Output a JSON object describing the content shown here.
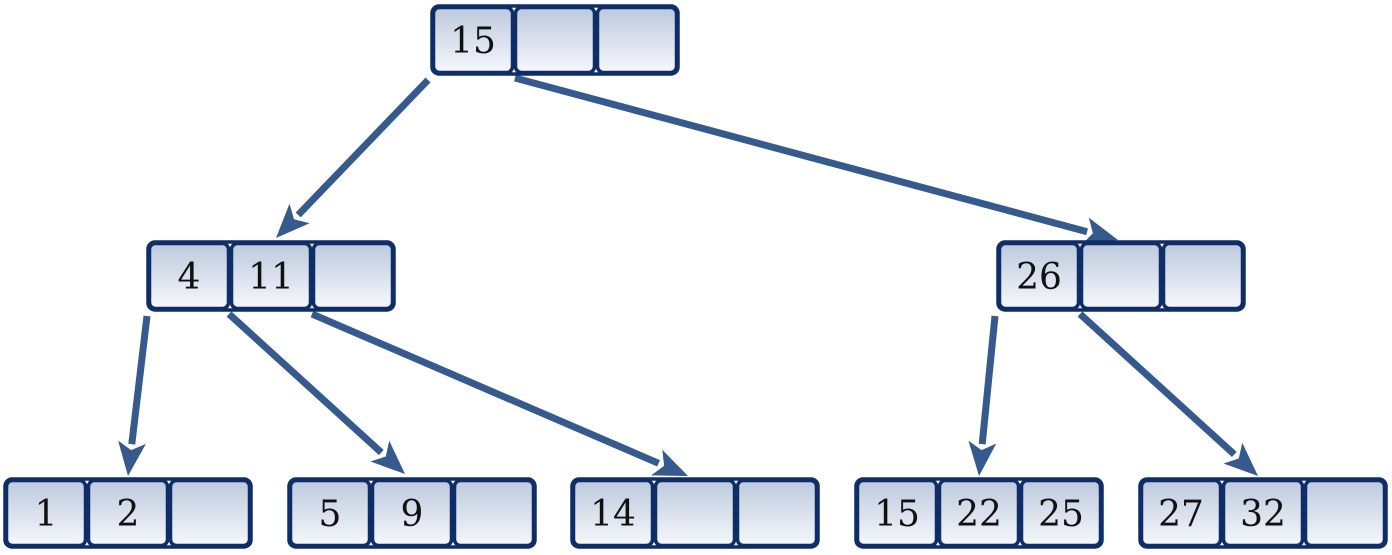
{
  "colors": {
    "node_border": "#0f2d66",
    "edge": "#365a8e",
    "cell_fill_top": "#bcc9dd",
    "cell_fill_bottom": "#f6f8fc",
    "text": "#111111"
  },
  "tree": {
    "nodes": [
      {
        "id": "root",
        "keys": [
          "15",
          "",
          ""
        ]
      },
      {
        "id": "internal-left",
        "keys": [
          "4",
          "11",
          ""
        ]
      },
      {
        "id": "internal-right",
        "keys": [
          "26",
          "",
          ""
        ]
      },
      {
        "id": "leaf-1",
        "keys": [
          "1",
          "2",
          ""
        ]
      },
      {
        "id": "leaf-2",
        "keys": [
          "5",
          "9",
          ""
        ]
      },
      {
        "id": "leaf-3",
        "keys": [
          "14",
          "",
          ""
        ]
      },
      {
        "id": "leaf-4",
        "keys": [
          "15",
          "22",
          "25"
        ]
      },
      {
        "id": "leaf-5",
        "keys": [
          "27",
          "32",
          ""
        ]
      }
    ],
    "edges": [
      {
        "from": "root",
        "to": "internal-left"
      },
      {
        "from": "root",
        "to": "internal-right"
      },
      {
        "from": "internal-left",
        "to": "leaf-1"
      },
      {
        "from": "internal-left",
        "to": "leaf-2"
      },
      {
        "from": "internal-left",
        "to": "leaf-3"
      },
      {
        "from": "internal-right",
        "to": "leaf-4"
      },
      {
        "from": "internal-right",
        "to": "leaf-5"
      }
    ]
  }
}
